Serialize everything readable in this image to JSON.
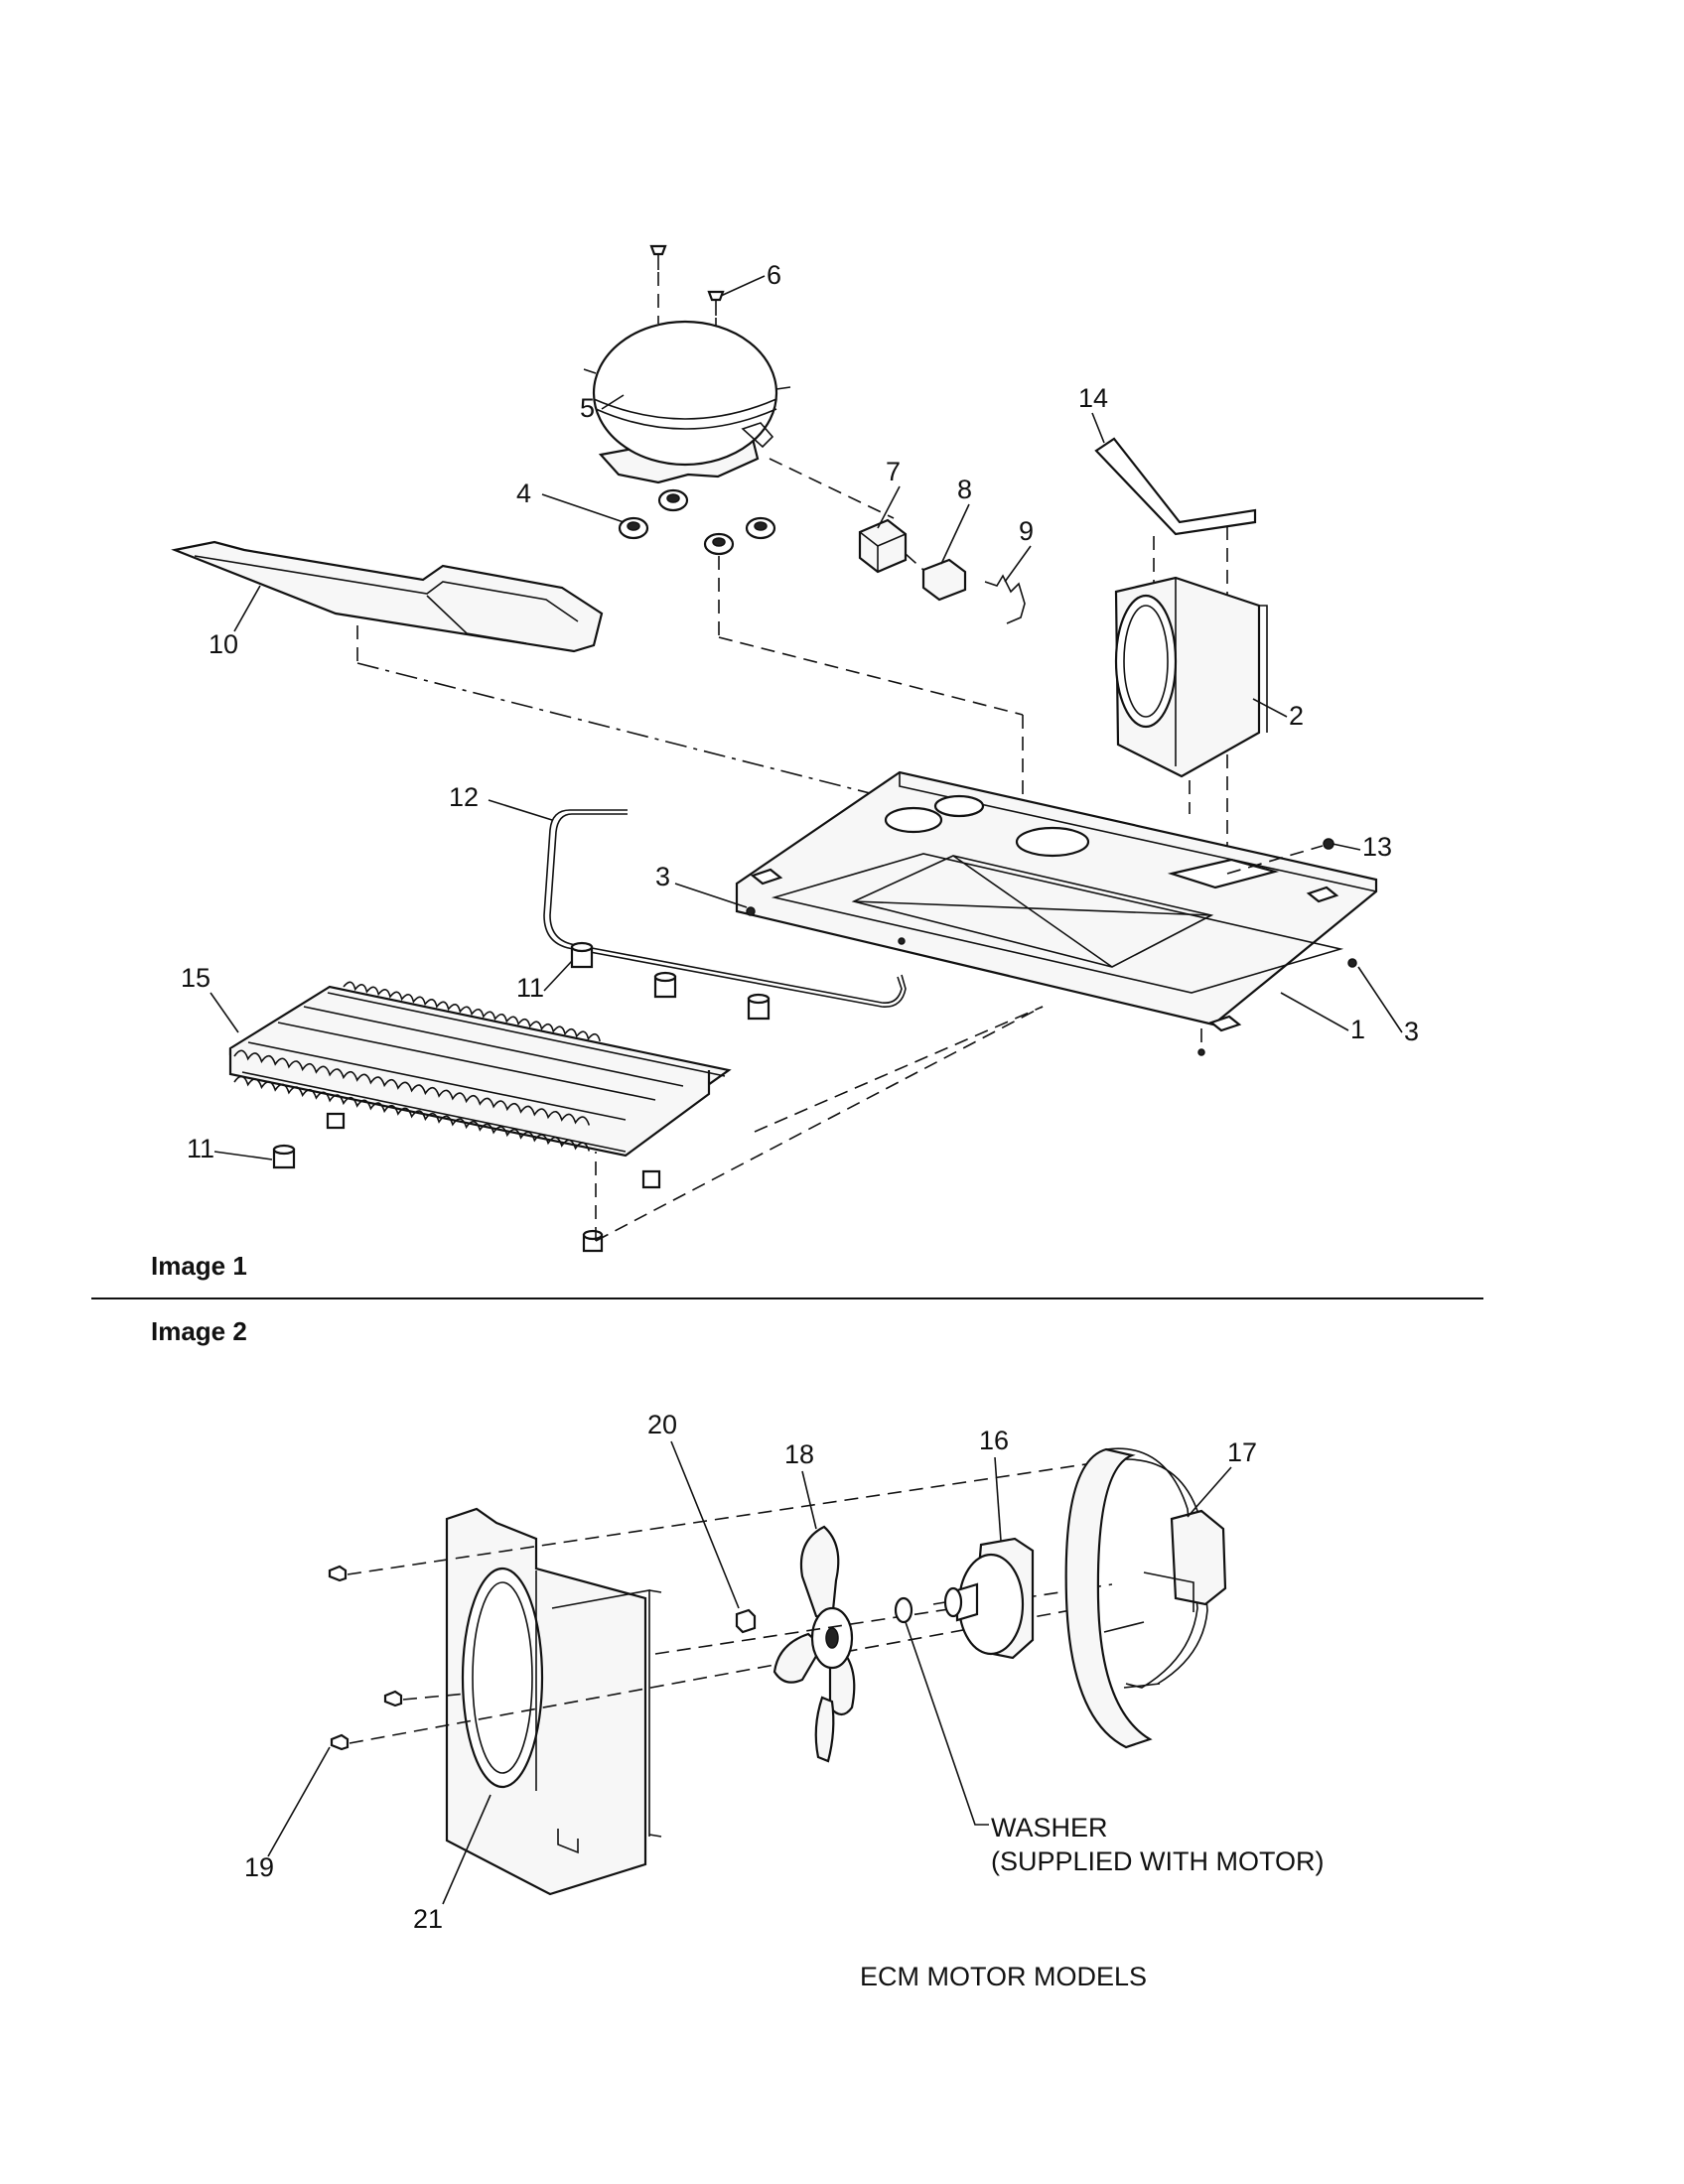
{
  "diagram": {
    "images": [
      {
        "caption": "Image 1"
      },
      {
        "caption": "Image 2"
      }
    ],
    "callouts_image1": [
      "1",
      "2",
      "3",
      "3",
      "4",
      "5",
      "6",
      "7",
      "8",
      "9",
      "10",
      "11",
      "11",
      "12",
      "13",
      "14",
      "15"
    ],
    "callouts_image2": [
      "16",
      "17",
      "18",
      "19",
      "20",
      "21"
    ],
    "washer_note_line1": "WASHER",
    "washer_note_line2": "(SUPPLIED WITH MOTOR)",
    "footer_note": "ECM MOTOR MODELS"
  }
}
